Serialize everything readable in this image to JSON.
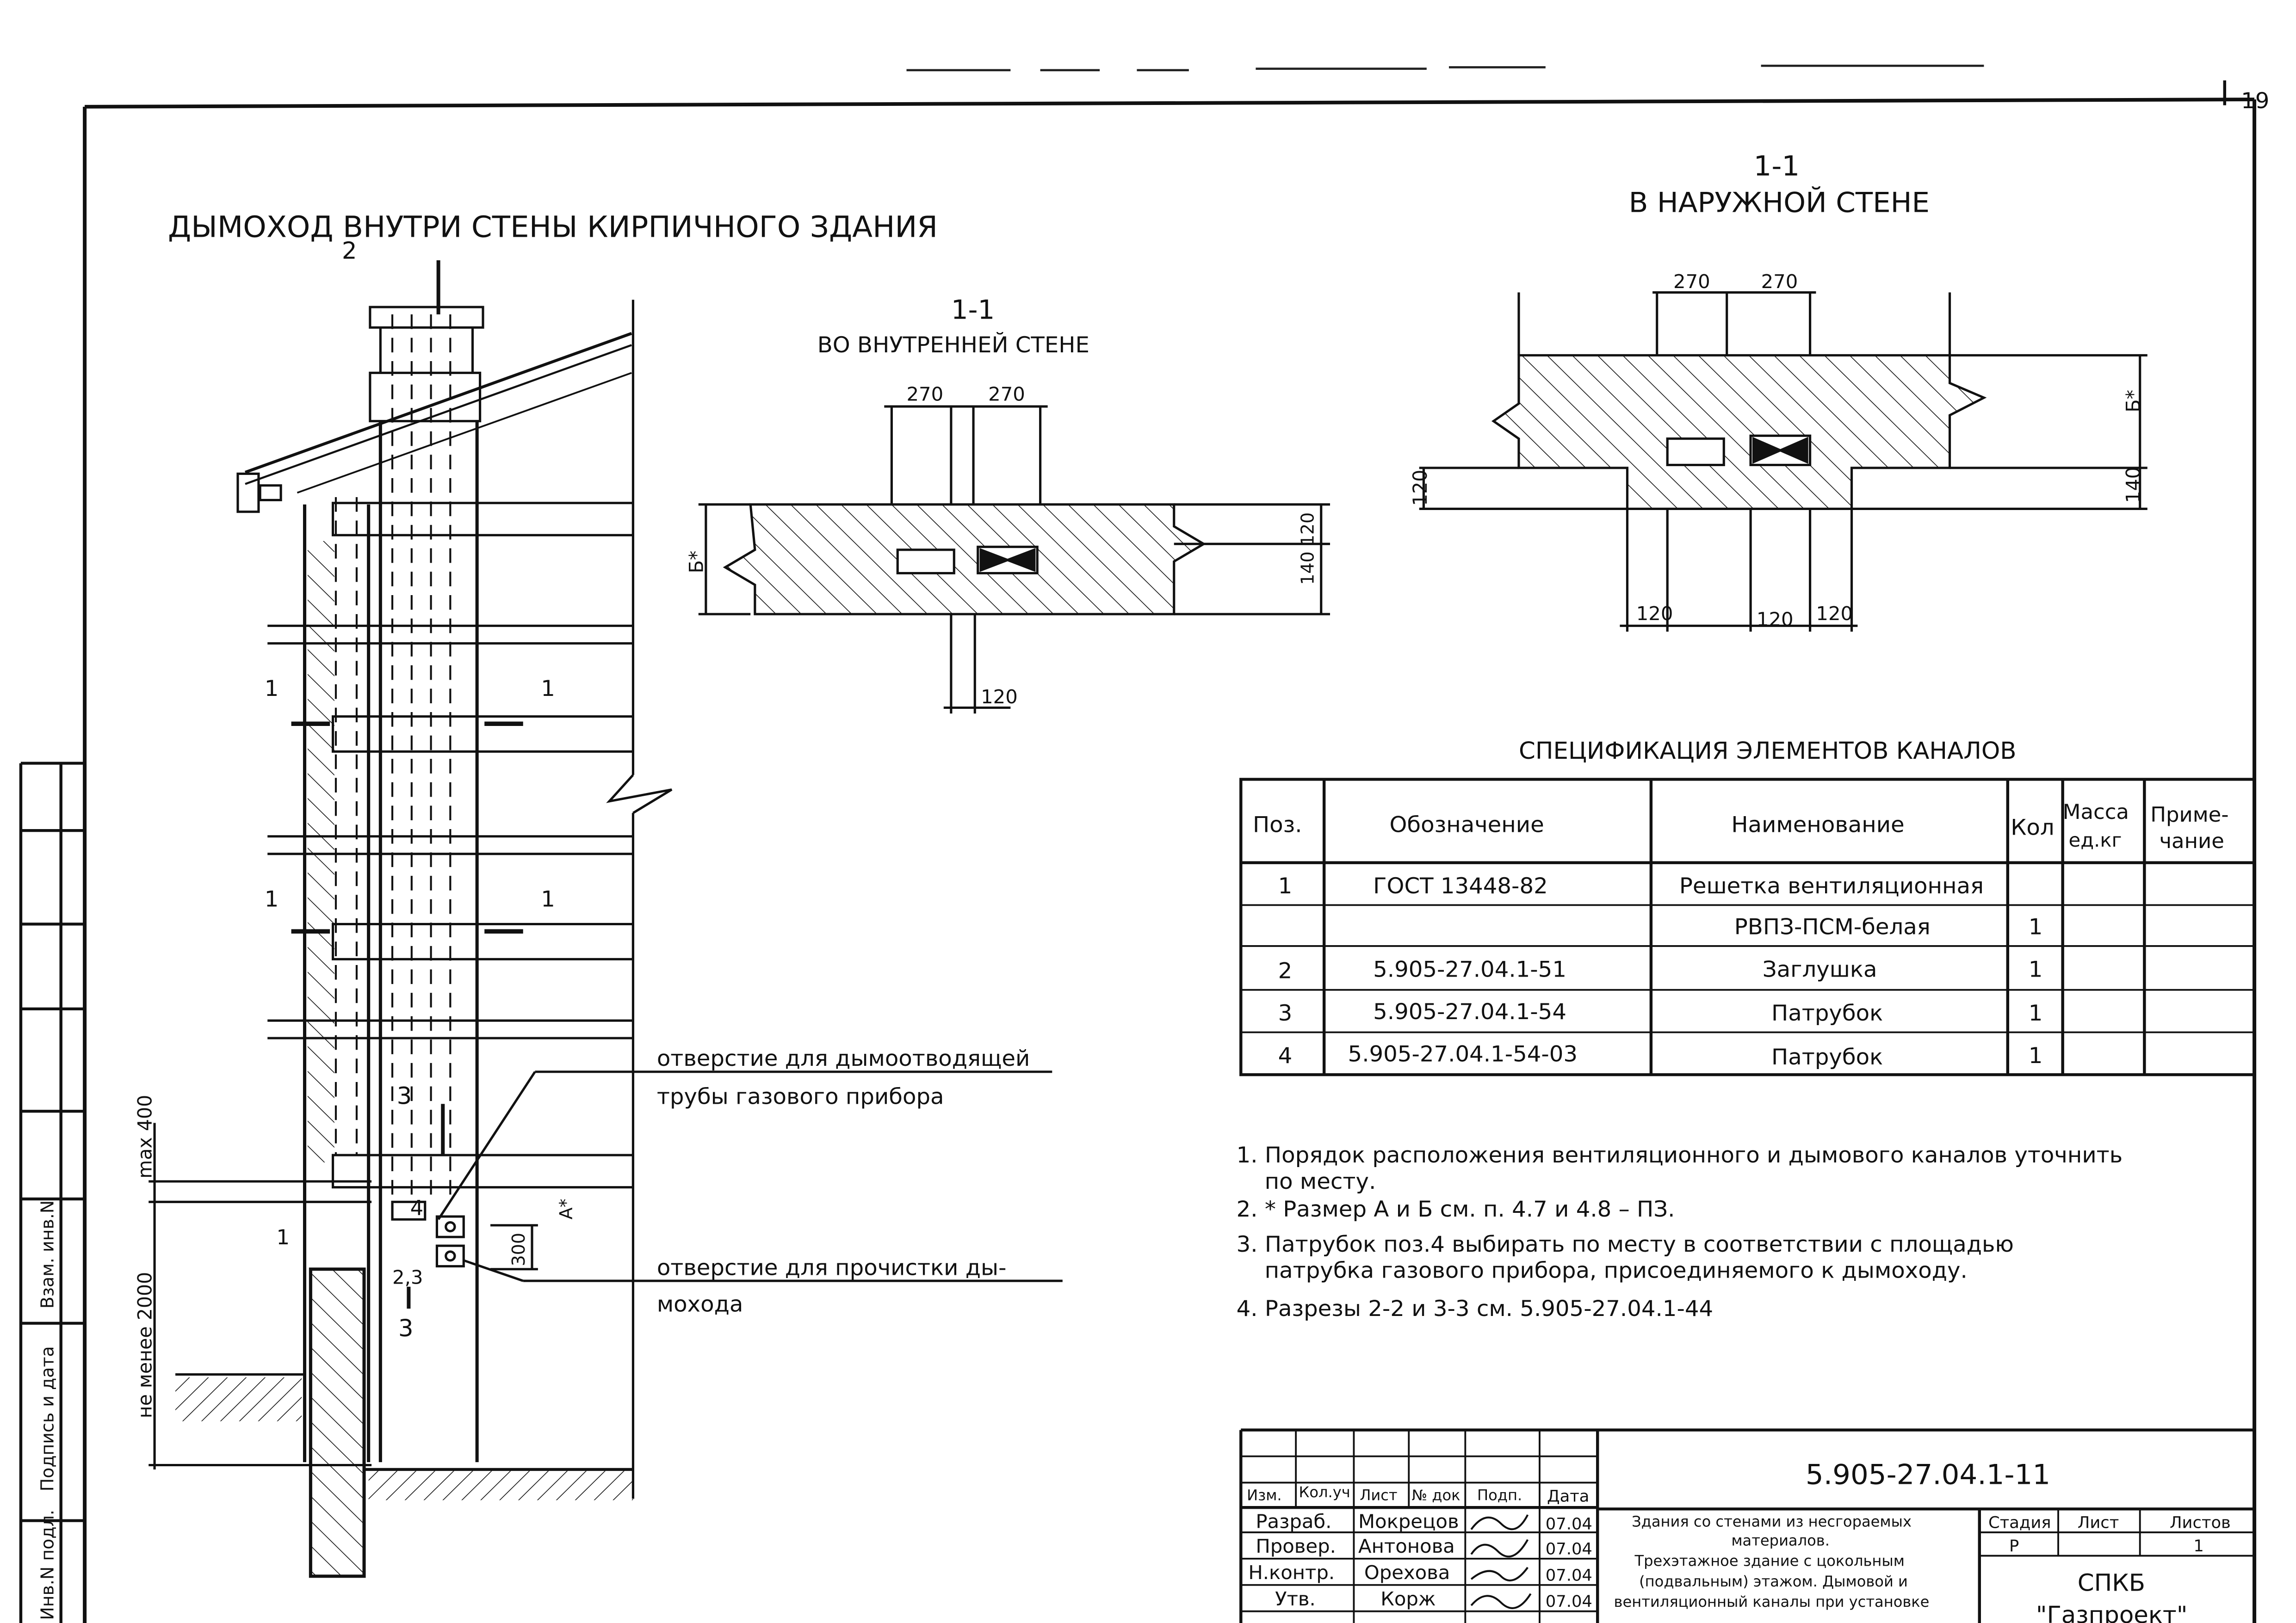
{
  "sheet_number": "19",
  "main_title": "ДЫМОХОД ВНУТРИ СТЕНЫ КИРПИЧНОГО ЗДАНИЯ",
  "elevation": {
    "section_2": "2",
    "section_1_left": "1",
    "section_1_right": "1",
    "section_1b_left": "1",
    "section_1b_right": "1",
    "section_3_top": "3",
    "section_3_bottom": "3",
    "pos_1": "1",
    "pos_4": "4",
    "pos_23": "2,3",
    "dim_max": "max 400",
    "dim_min": "не менее 2000",
    "dim_a": "А*",
    "dim_300": "300",
    "callout_smoke_1": "отверстие для дымоотводящей",
    "callout_smoke_2": "трубы газового прибора",
    "callout_clean_1": "отверстие для прочистки ды-",
    "callout_clean_2": "мохода"
  },
  "section_inner": {
    "title_num": "1-1",
    "title": "ВО ВНУТРЕННЕЙ СТЕНЕ",
    "dim_270a": "270",
    "dim_270b": "270",
    "dim_b": "Б*",
    "dim_140_120": "140 120",
    "dim_120": "120"
  },
  "section_outer": {
    "title_num": "1-1",
    "title": "В НАРУЖНОЙ СТЕНЕ",
    "dim_270a": "270",
    "dim_270b": "270",
    "dim_b": "Б*",
    "dim_140": "140",
    "dim_120_side": "120",
    "dim_120a": "120",
    "dim_120b": "120",
    "dim_120c": "120"
  },
  "spec": {
    "title": "СПЕЦИФИКАЦИЯ ЭЛЕМЕНТОВ КАНАЛОВ",
    "headers": [
      "Поз.",
      "Обозначение",
      "Наименование",
      "Кол",
      "Масса ед.кг",
      "Приме- чание"
    ],
    "h_mass_1": "Масса",
    "h_mass_2": "ед.кг",
    "h_note_1": "Приме-",
    "h_note_2": "чание",
    "rows": [
      {
        "pos": "1",
        "code": "ГОСТ 13448-82",
        "name": "Решетка вентиляционная",
        "qty": ""
      },
      {
        "pos": "",
        "code": "",
        "name": "РВПЗ-ПСМ-белая",
        "qty": "1"
      },
      {
        "pos": "2",
        "code": "5.905-27.04.1-51",
        "name": "Заглушка",
        "qty": "1"
      },
      {
        "pos": "3",
        "code": "5.905-27.04.1-54",
        "name": "Патрубок",
        "qty": "1"
      },
      {
        "pos": "4",
        "code": "5.905-27.04.1-54-03",
        "name": "Патрубок",
        "qty": "1"
      }
    ]
  },
  "notes": [
    "1. Порядок расположения вентиляционного и дымового каналов уточнить",
    "по месту.",
    "2. * Размер А и Б см. п. 4.7 и 4.8 – ПЗ.",
    "3. Патрубок поз.4 выбирать по месту в соответствии с площадью",
    "патрубка газового прибора, присоединяемого к дымоходу.",
    "4. Разрезы 2-2 и 3-3 см. 5.905-27.04.1-44"
  ],
  "side_stamp": [
    "Взам. инв.N",
    "Подпись и дата",
    "Инв.N подл."
  ],
  "title_block": {
    "code": "5.905-27.04.1-11",
    "col_headers": [
      "Изм.",
      "Кол.уч",
      "Лист",
      "№ док",
      "Подп.",
      "Дата"
    ],
    "roles": [
      {
        "role": "Разраб.",
        "name": "Мокрецов",
        "date": "07.04"
      },
      {
        "role": "Провер.",
        "name": "Антонова",
        "date": "07.04"
      },
      {
        "role": "Н.контр.",
        "name": "Орехова",
        "date": "07.04"
      },
      {
        "role": "Утв.",
        "name": "Корж",
        "date": "07.04"
      }
    ],
    "description": [
      "Здания со стенами из несгораемых",
      "материалов.",
      "Трехэтажное здание с цокольным",
      "(подвальным) этажом. Дымовой и",
      "вентиляционный каналы при установке"
    ],
    "stage_label": "Стадия",
    "sheet_label": "Лист",
    "sheets_label": "Листов",
    "stage": "Р",
    "sheet": "",
    "sheets": "1",
    "org_1": "СПКБ",
    "org_2": "\"Газпроект\""
  }
}
